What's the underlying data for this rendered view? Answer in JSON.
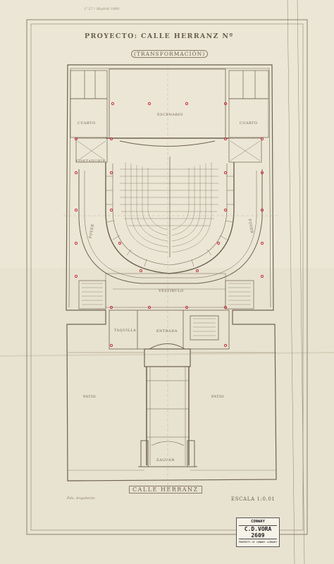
{
  "sheet": {
    "title": "PROYECTO: CALLE HERRANZ Nº",
    "subtitle": "(TRANSFORMACIÓN)",
    "street_label": "CALLE HERRANZ",
    "scale_label": "ESCALA 1:0.01",
    "corner_note": "C 27 / Madrid 1900",
    "signature_note": "Fdo. Arquitecto"
  },
  "rooms": {
    "escenario": "ESCENARIO",
    "vestibulo": "VESTÍBULO",
    "foyer_left": "FOYER",
    "foyer_right": "FOYER",
    "entrada": "ENTRADA",
    "zaguan": "ZAGUÁN",
    "patio_left": "PATIO",
    "patio_right": "PATIO",
    "cuarto_left": "CUARTO",
    "cuarto_right": "CUARTO",
    "taquilla": "TAQUILLA",
    "contaduria": "CONTADURÍA"
  },
  "stamp": {
    "line1": "CONWAY",
    "line2": "C.D.VORA 2609",
    "line3": "PROPERTY OF CONWAY LIBRARY"
  },
  "colors": {
    "paper": "#ece6d6",
    "ink": "#6b5f4e",
    "column_markers": "#c8303a"
  }
}
